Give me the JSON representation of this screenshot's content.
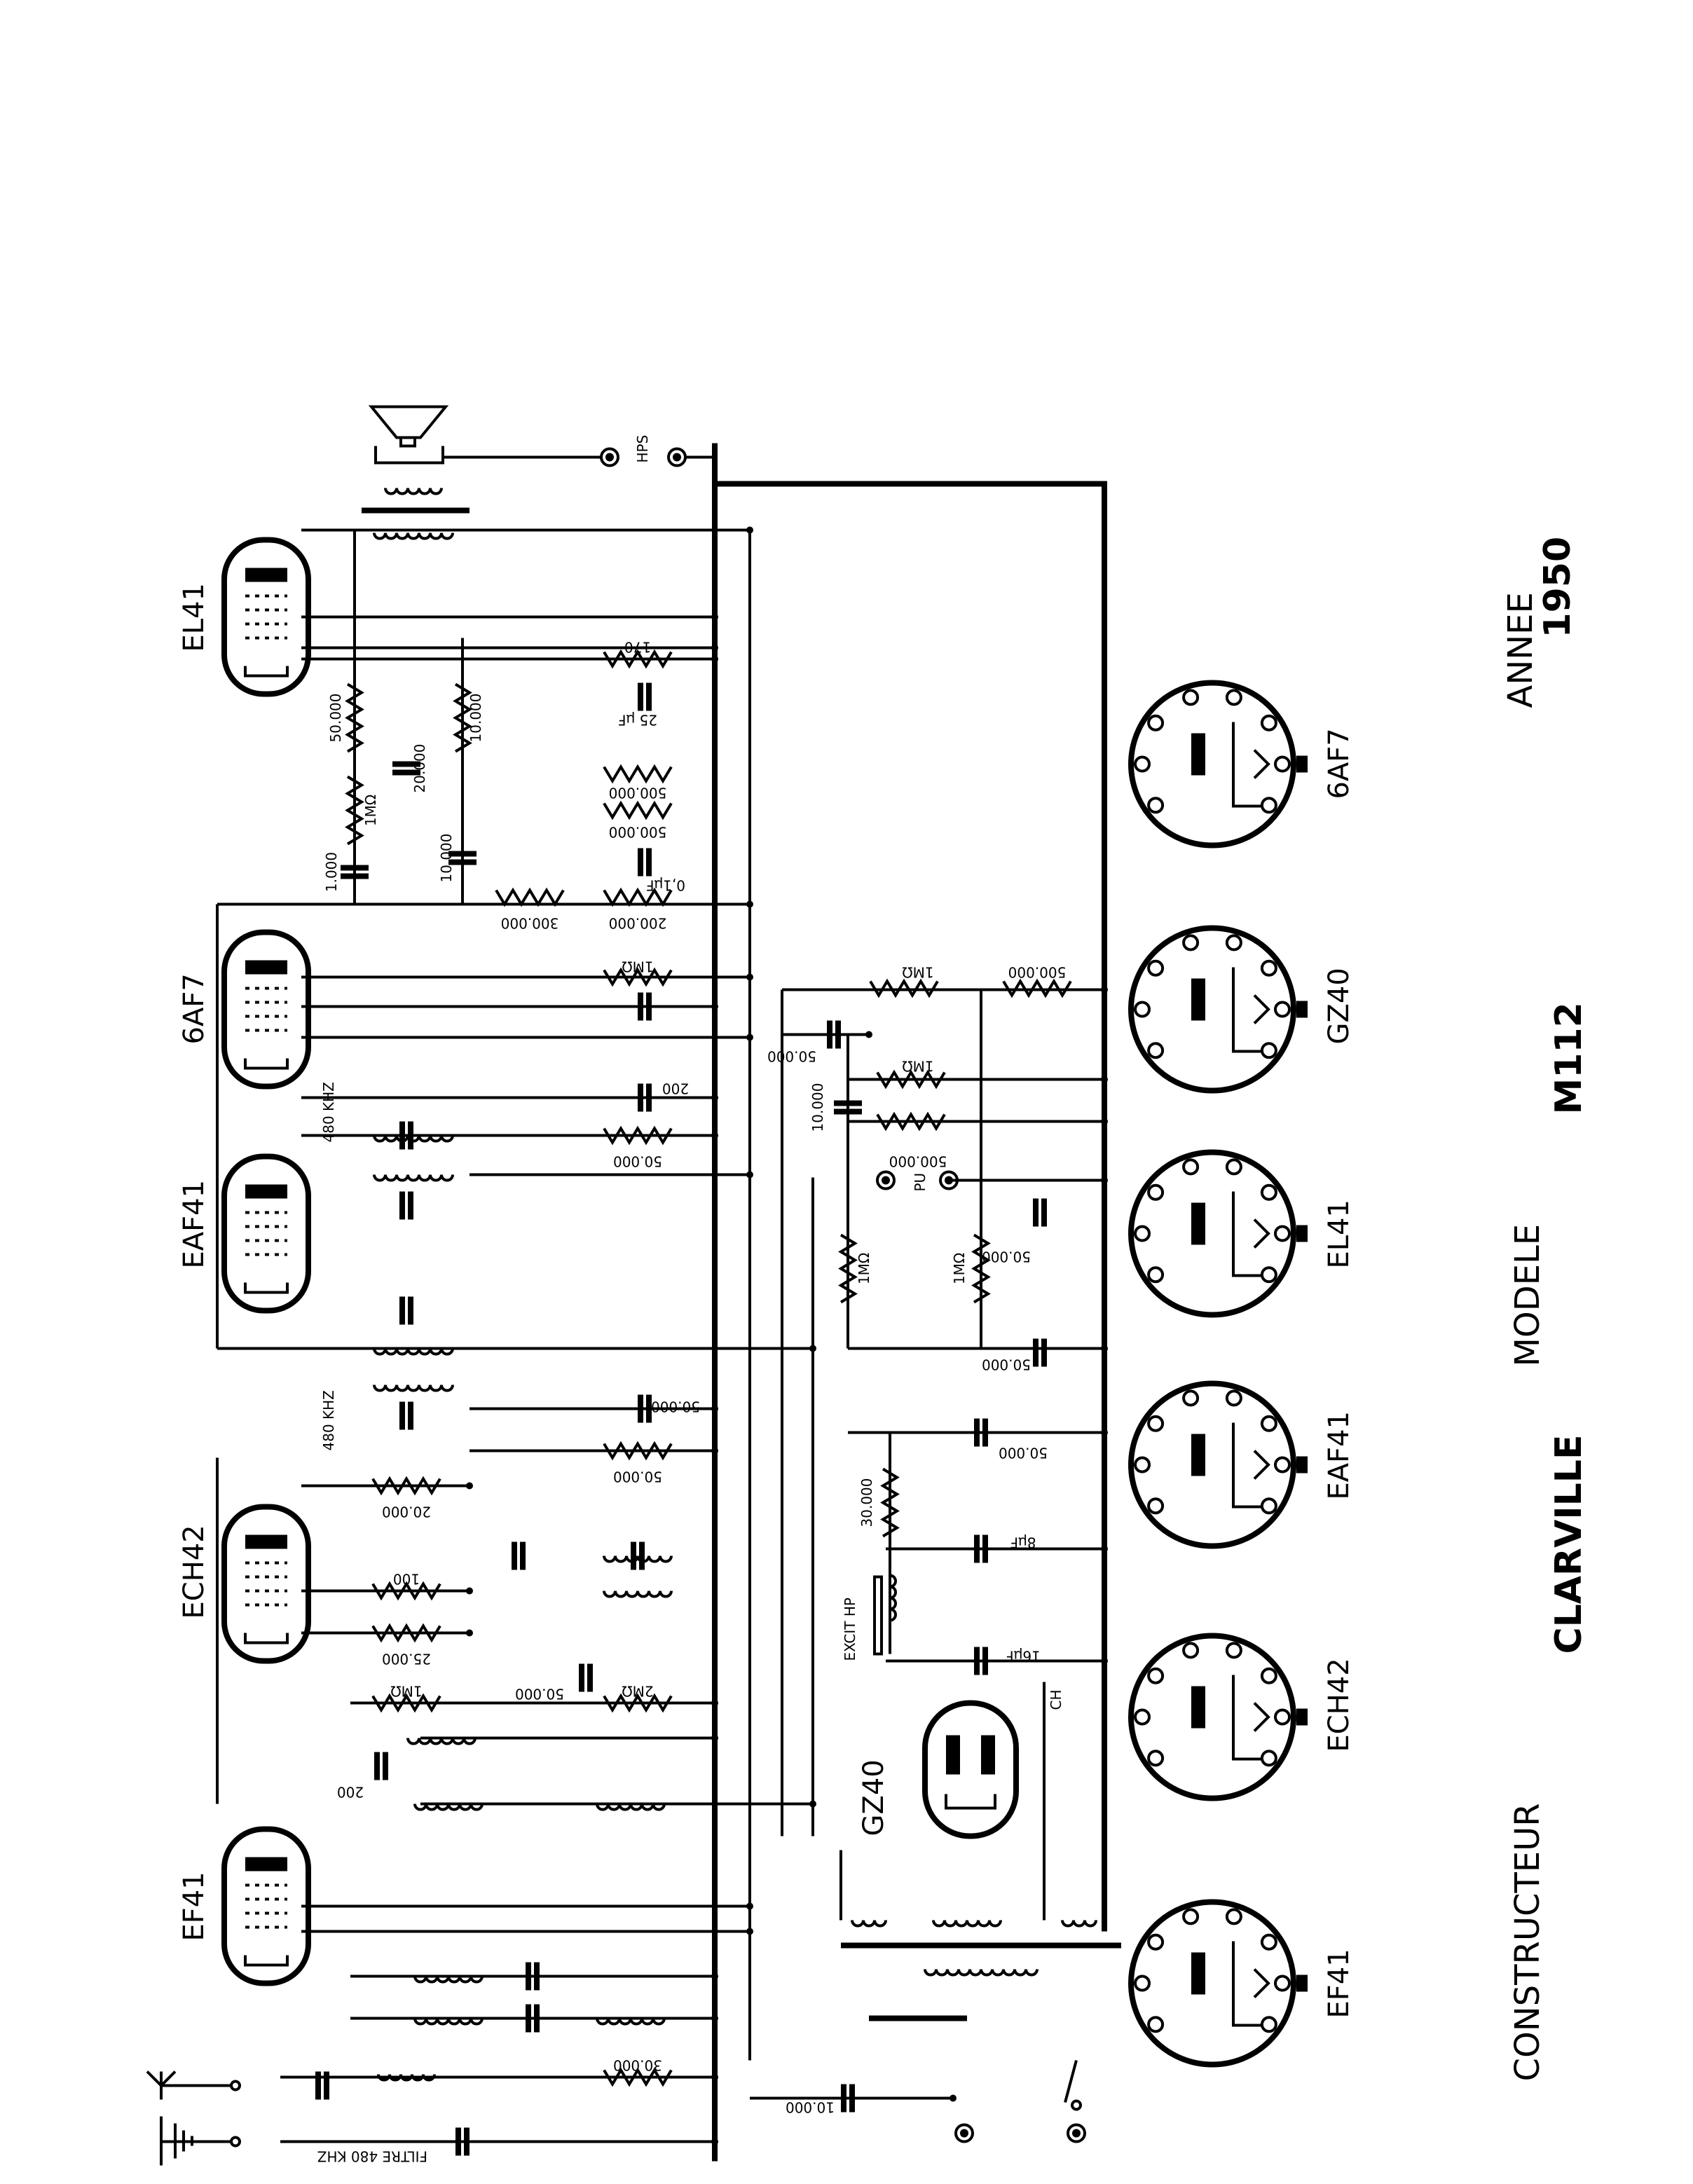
{
  "title_block": {
    "constructeur_label": "CONSTRUCTEUR",
    "constructeur": "CLARVILLE",
    "modele_label": "MODELE",
    "modele": "M112",
    "annee_label": "ANNEE",
    "annee": "1950"
  },
  "tubes": [
    "EL41",
    "6AF7",
    "EAF41",
    "ECH42",
    "EF41",
    "GZ40"
  ],
  "base_diagrams": [
    "6AF7",
    "GZ40",
    "EL41",
    "EAF41",
    "ECH42",
    "EF41"
  ],
  "terminals": {
    "speaker": "HPS",
    "pickup": "PU",
    "field_coil": "EXCIT HP",
    "choke": "CH",
    "filter": "FILTRE 480 KHZ",
    "if1": "480 KHZ",
    "if2": "480 KHZ"
  },
  "component_values": [
    "170",
    "25 µF",
    "500.000",
    "500.000",
    "0,1µF",
    "200.000",
    "300.000",
    "50.000",
    "10.000",
    "20.000",
    "1MΩ",
    "1.000",
    "10.000",
    "1MΩ",
    "200",
    "50.000",
    "50.000",
    "50.000",
    "20.000",
    "100",
    "25.000",
    "1MΩ",
    "50.000",
    "2MΩ",
    "200",
    "30.000",
    "10.000",
    "1MΩ",
    "500.000",
    "50.000",
    "1MΩ",
    "10.000",
    "500.000",
    "50.000",
    "1MΩ",
    "1MΩ",
    "50.000",
    "50.000",
    "30.000",
    "8µF",
    "16µF"
  ]
}
